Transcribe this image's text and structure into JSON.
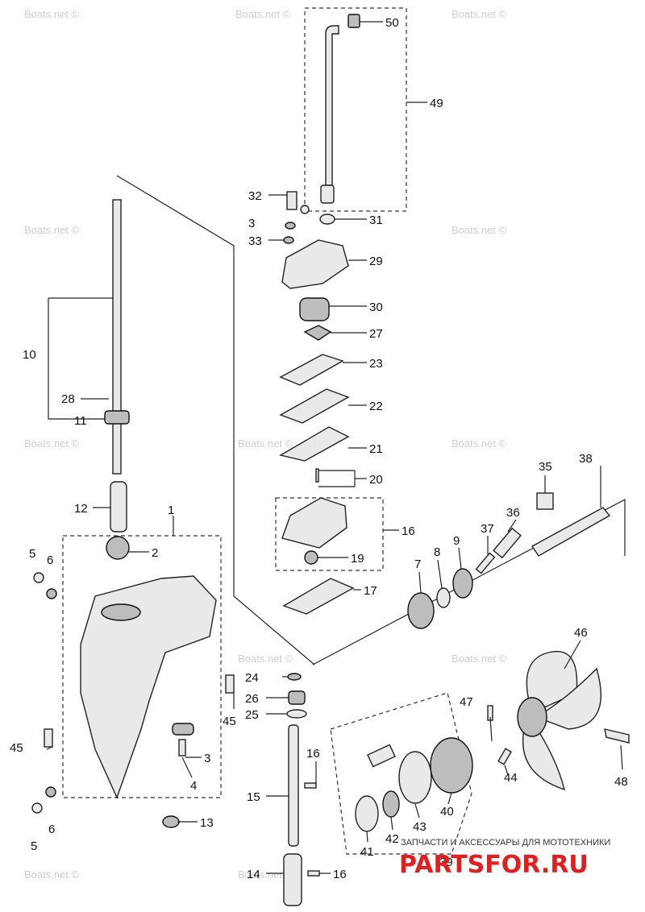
{
  "watermark": "Boats.net ©",
  "brand": {
    "tagline": "ЗАПЧАСТИ И АКСЕССУАРЫ ДЛЯ МОТОТЕХНИКИ",
    "logo_text": "PARTSFOR.RU"
  },
  "callouts": {
    "c1": "1",
    "c2": "2",
    "c3": "3",
    "c3b": "3",
    "c4": "4",
    "c5": "5",
    "c5b": "5",
    "c6": "6",
    "c6b": "6",
    "c7": "7",
    "c8": "8",
    "c9": "9",
    "c10": "10",
    "c11": "11",
    "c12": "12",
    "c13": "13",
    "c14": "14",
    "c15": "15",
    "c16": "16",
    "c16b": "16",
    "c16c": "16",
    "c17": "17",
    "c19": "19",
    "c20": "20",
    "c21": "21",
    "c22": "22",
    "c23": "23",
    "c24": "24",
    "c25": "25",
    "c26": "26",
    "c27": "27",
    "c28": "28",
    "c29": "29",
    "c30": "30",
    "c31": "31",
    "c32": "32",
    "c33": "33",
    "c35": "35",
    "c36": "36",
    "c37": "37",
    "c38": "38",
    "c39": "39",
    "c40": "40",
    "c41": "41",
    "c42": "42",
    "c43": "43",
    "c44": "44",
    "c45": "45",
    "c45b": "45",
    "c46": "46",
    "c47": "47",
    "c48": "48",
    "c49": "49",
    "c50": "50"
  }
}
